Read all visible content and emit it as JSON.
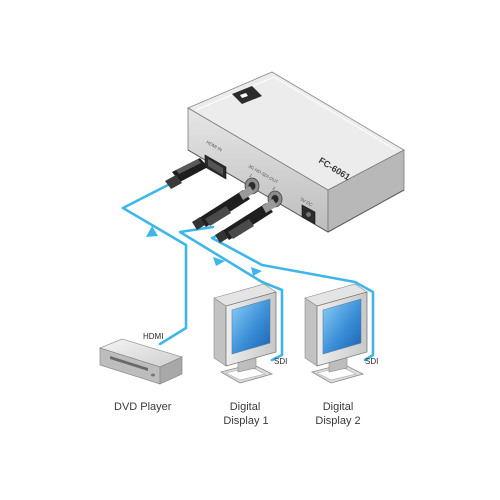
{
  "device": {
    "brand_logo": "kramer-logo",
    "model_label": "FC-6061",
    "port_labels": {
      "hdmi": "HDMI IN",
      "sdi": "3G HD-SDI OUT",
      "sdi_out1": "1",
      "sdi_out2": "2",
      "power": "5V DC"
    }
  },
  "connections": {
    "hdmi_label": "HDMI",
    "sdi_label_1": "SDI",
    "sdi_label_2": "SDI"
  },
  "captions": {
    "dvd_player": "DVD Player",
    "display1_line1": "Digital",
    "display1_line2": "Display 1",
    "display2_line1": "Digital",
    "display2_line2": "Display 2"
  },
  "colors": {
    "cable": "#3fb6e8",
    "device_body": "#d4d4d4",
    "screen": "#3a8fd8"
  }
}
